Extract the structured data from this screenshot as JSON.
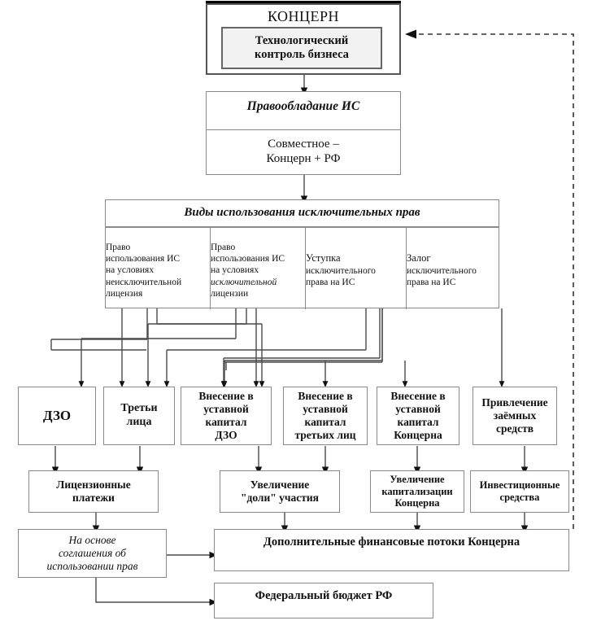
{
  "diagram": {
    "title_concern": "КОНЦЕРН",
    "tech_control": "Технологический\nконтроль бизнеса",
    "rights_header": "Правообладание ИС",
    "rights_body": "Совместное –\nКонцерн + РФ",
    "usage_header": "Виды использования исключительных прав",
    "usage_columns": [
      {
        "line1": "Право",
        "line2": "использования ИС",
        "line3": "на условиях",
        "line4": "неисключительной",
        "line5": "лицензия",
        "emphasis_line": 4
      },
      {
        "line1": "Право",
        "line2": "использования ИС",
        "line3": "на условиях",
        "line4": "исключительной",
        "line5": "лицензии",
        "emphasis_line": 4
      },
      {
        "line1": "Уступка",
        "line2": "исключительного",
        "line3": "права на ИС",
        "line4": "",
        "line5": "",
        "emphasis_line": 0
      },
      {
        "line1": "Залог",
        "line2": "исключительного",
        "line3": "права на ИС",
        "line4": "",
        "line5": "",
        "emphasis_line": 0
      }
    ],
    "row_targets": [
      {
        "label": "ДЗО"
      },
      {
        "label": "Третьи\nлица"
      },
      {
        "label": "Внесение в\nуставной\nкапитал\nДЗО"
      },
      {
        "label": "Внесение в\nуставной\nкапитал\nтретьих лиц"
      },
      {
        "label": "Внесение в\nуставной\nкапитал\nКонцерна"
      },
      {
        "label": "Привлечение\nзаёмных\nсредств"
      }
    ],
    "row_results": [
      {
        "label": "Лицензионные\nплатежи"
      },
      {
        "label": "Увеличение\n\"доли\" участия"
      },
      {
        "label": "Увеличение\nкапитализации\nКонцерна"
      },
      {
        "label": "Инвестиционные\nсредства"
      }
    ],
    "agreement_note": "На основе\nсоглашения об\nиспользовании прав",
    "financial_flows": "Дополнительные финансовые потоки Концерна",
    "federal_budget": "Федеральный бюджет РФ"
  }
}
